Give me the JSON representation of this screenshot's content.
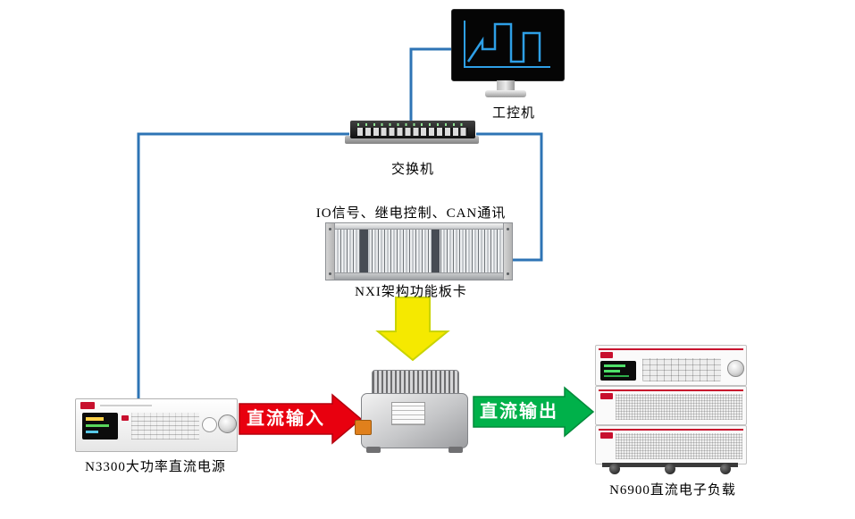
{
  "nodes": {
    "industrial_pc": {
      "label": "工控机"
    },
    "network_switch": {
      "label": "交换机"
    },
    "io_bus": {
      "label": "IO信号、继电控制、CAN通讯"
    },
    "nxi_rack": {
      "label": "NXI架构功能板卡"
    },
    "dc_power_supply": {
      "label": "N3300大功率直流电源"
    },
    "dc_load": {
      "label": "N6900直流电子负载"
    }
  },
  "arrows": {
    "dc_input": {
      "label": "直流输入",
      "color": "#e8000f"
    },
    "dc_output": {
      "label": "直流输出",
      "color": "#00b14a"
    },
    "control_down": {
      "color": "#f5e900"
    }
  },
  "colors": {
    "wire": "#2e74b5",
    "accent_red": "#c8102e",
    "chart_blue": "#2e9fe6"
  }
}
